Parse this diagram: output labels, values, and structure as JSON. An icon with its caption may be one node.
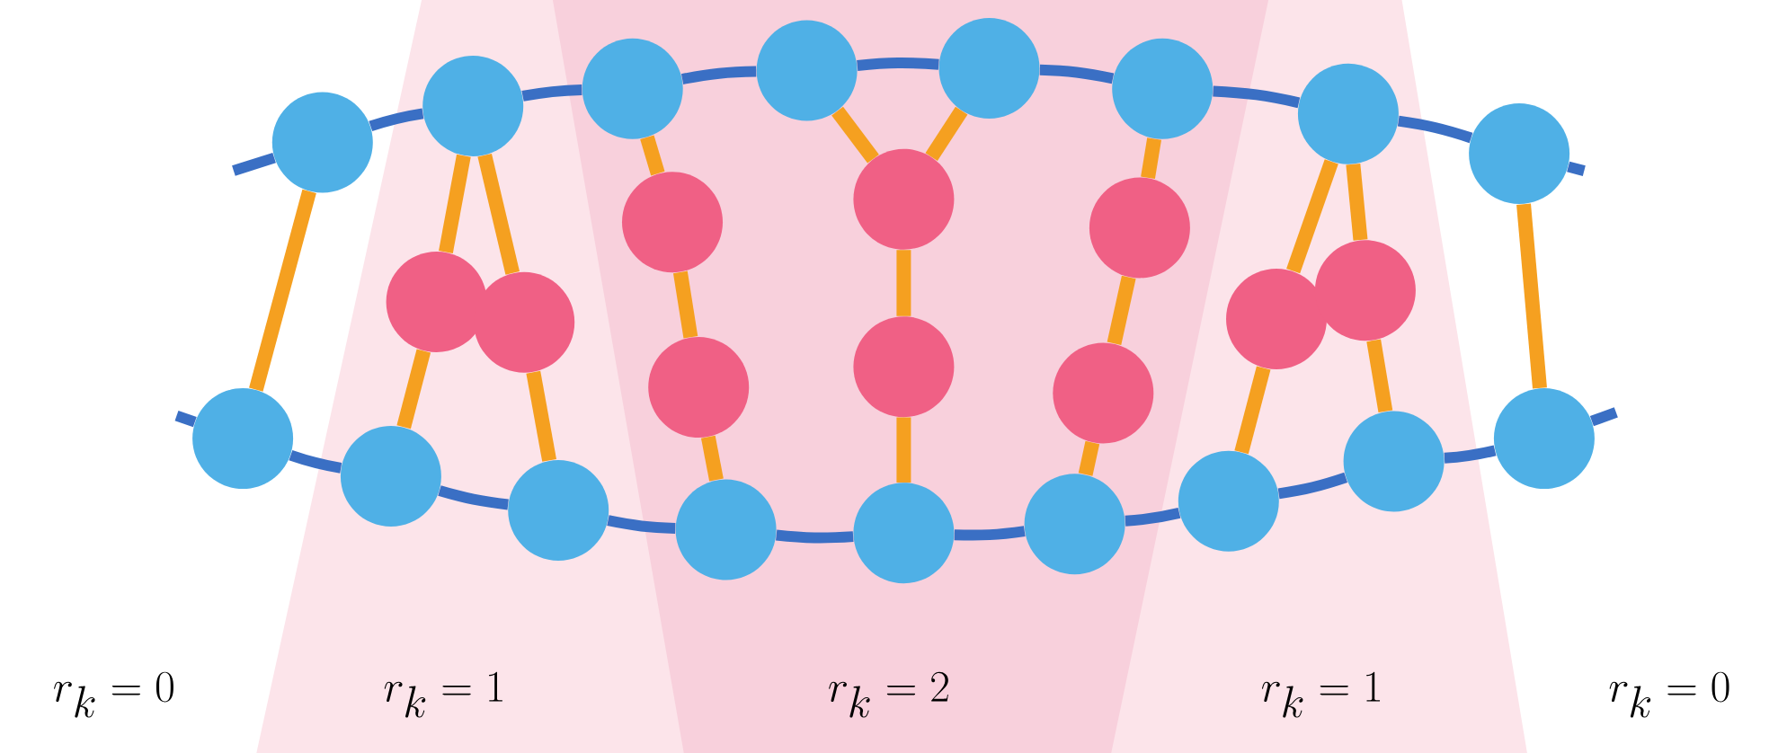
{
  "diagram": {
    "nodes": [
      {
        "text": [],
        "shape": "circle"
      },
      {
        "text": [],
        "shape": "circle"
      },
      {
        "text": [],
        "shape": "circle"
      },
      {
        "text": [],
        "shape": "circle"
      },
      {
        "text": [],
        "shape": "circle"
      },
      {
        "text": [],
        "shape": "circle"
      },
      {
        "text": [],
        "shape": "circle"
      },
      {
        "text": [],
        "shape": "circle"
      },
      {
        "text": [],
        "shape": "circle"
      },
      {
        "text": [],
        "shape": "circle"
      },
      {
        "text": [],
        "shape": "circle"
      },
      {
        "text": [],
        "shape": "circle"
      },
      {
        "text": [],
        "shape": "circle"
      },
      {
        "text": [],
        "shape": "circle"
      },
      {
        "text": [],
        "shape": "circle"
      },
      {
        "text": [],
        "shape": "circle"
      },
      {
        "text": [],
        "shape": "circle"
      },
      {
        "text": [],
        "shape": "circle"
      },
      {
        "text": [],
        "shape": "circle"
      },
      {
        "text": [],
        "shape": "circle"
      },
      {
        "text": [],
        "shape": "circle"
      },
      {
        "text": [],
        "shape": "circle"
      },
      {
        "text": [],
        "shape": "circle"
      },
      {
        "text": [],
        "shape": "circle"
      },
      {
        "text": [],
        "shape": "circle"
      },
      {
        "text": [],
        "shape": "circle"
      },
      {
        "text": [],
        "shape": "circle"
      }
    ],
    "edges": [
      {
        "from": 0,
        "to": 18,
        "arrow": "none"
      },
      {
        "from": 1,
        "to": 8,
        "arrow": "none"
      },
      {
        "from": 8,
        "to": 19,
        "arrow": "none"
      },
      {
        "from": 1,
        "to": 9,
        "arrow": "none"
      },
      {
        "from": 9,
        "to": 20,
        "arrow": "none"
      },
      {
        "from": 2,
        "to": 10,
        "arrow": "none"
      },
      {
        "from": 10,
        "to": 11,
        "arrow": "none"
      },
      {
        "from": 11,
        "to": 21,
        "arrow": "none"
      },
      {
        "from": 3,
        "to": 12,
        "arrow": "none"
      },
      {
        "from": 4,
        "to": 12,
        "arrow": "none"
      },
      {
        "from": 12,
        "to": 13,
        "arrow": "none"
      },
      {
        "from": 13,
        "to": 22,
        "arrow": "none"
      },
      {
        "from": 5,
        "to": 14,
        "arrow": "none"
      },
      {
        "from": 14,
        "to": 15,
        "arrow": "none"
      },
      {
        "from": 15,
        "to": 23,
        "arrow": "none"
      },
      {
        "from": 6,
        "to": 16,
        "arrow": "none"
      },
      {
        "from": 16,
        "to": 24,
        "arrow": "none"
      },
      {
        "from": 6,
        "to": 17,
        "arrow": "none"
      },
      {
        "from": 17,
        "to": 25,
        "arrow": "none"
      },
      {
        "from": 7,
        "to": 26,
        "arrow": "none"
      },
      {
        "from": null,
        "to": 0,
        "arrow": "none",
        "color": "#3a6fc4"
      },
      {
        "from": 0,
        "to": 1,
        "arrow": "none",
        "color": "#3a6fc4"
      },
      {
        "from": 1,
        "to": 2,
        "arrow": "none",
        "color": "#3a6fc4"
      },
      {
        "from": 2,
        "to": 3,
        "arrow": "none",
        "color": "#3a6fc4"
      },
      {
        "from": 3,
        "to": 4,
        "arrow": "none",
        "color": "#3a6fc4"
      },
      {
        "from": 4,
        "to": 5,
        "arrow": "none",
        "color": "#3a6fc4"
      },
      {
        "from": 5,
        "to": 6,
        "arrow": "none",
        "color": "#3a6fc4"
      },
      {
        "from": 6,
        "to": 7,
        "arrow": "none",
        "color": "#3a6fc4"
      },
      {
        "from": 7,
        "to": null,
        "arrow": "none",
        "color": "#3a6fc4"
      },
      {
        "from": null,
        "to": 18,
        "arrow": "none",
        "color": "#3a6fc4"
      },
      {
        "from": 18,
        "to": 19,
        "arrow": "none",
        "color": "#3a6fc4"
      },
      {
        "from": 19,
        "to": 20,
        "arrow": "none",
        "color": "#3a6fc4"
      },
      {
        "from": 20,
        "to": 21,
        "arrow": "none",
        "color": "#3a6fc4"
      },
      {
        "from": 21,
        "to": 22,
        "arrow": "none",
        "color": "#3a6fc4"
      },
      {
        "from": 22,
        "to": 23,
        "arrow": "none",
        "color": "#3a6fc4"
      },
      {
        "from": 23,
        "to": 24,
        "arrow": "none",
        "color": "#3a6fc4"
      },
      {
        "from": 24,
        "to": 25,
        "arrow": "none",
        "color": "#3a6fc4"
      },
      {
        "from": 25,
        "to": 26,
        "arrow": "none",
        "color": "#3a6fc4"
      },
      {
        "from": 26,
        "to": null,
        "arrow": "none",
        "color": "#3a6fc4"
      }
    ],
    "labels": [
      "r_k=0",
      "r_k=1",
      "r_k=2",
      "r_k=1",
      "r_k=0"
    ]
  }
}
